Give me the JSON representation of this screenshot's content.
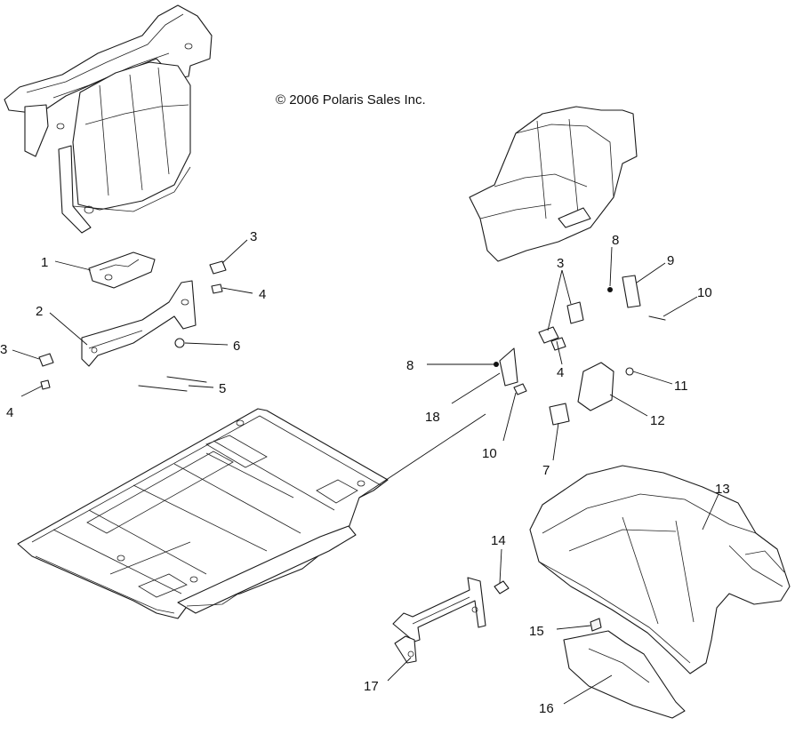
{
  "copyright": "© 2006 Polaris Sales Inc.",
  "callouts": {
    "c1": "1",
    "c2": "2",
    "c3a": "3",
    "c3b": "3",
    "c3c": "3",
    "c4a": "4",
    "c4b": "4",
    "c4c": "4",
    "c5": "5",
    "c6": "6",
    "c7": "7",
    "c8a": "8",
    "c8b": "8",
    "c9": "9",
    "c10a": "10",
    "c10b": "10",
    "c11": "11",
    "c12": "12",
    "c13": "13",
    "c14": "14",
    "c15": "15",
    "c16": "16",
    "c17": "17",
    "c18": "18"
  }
}
